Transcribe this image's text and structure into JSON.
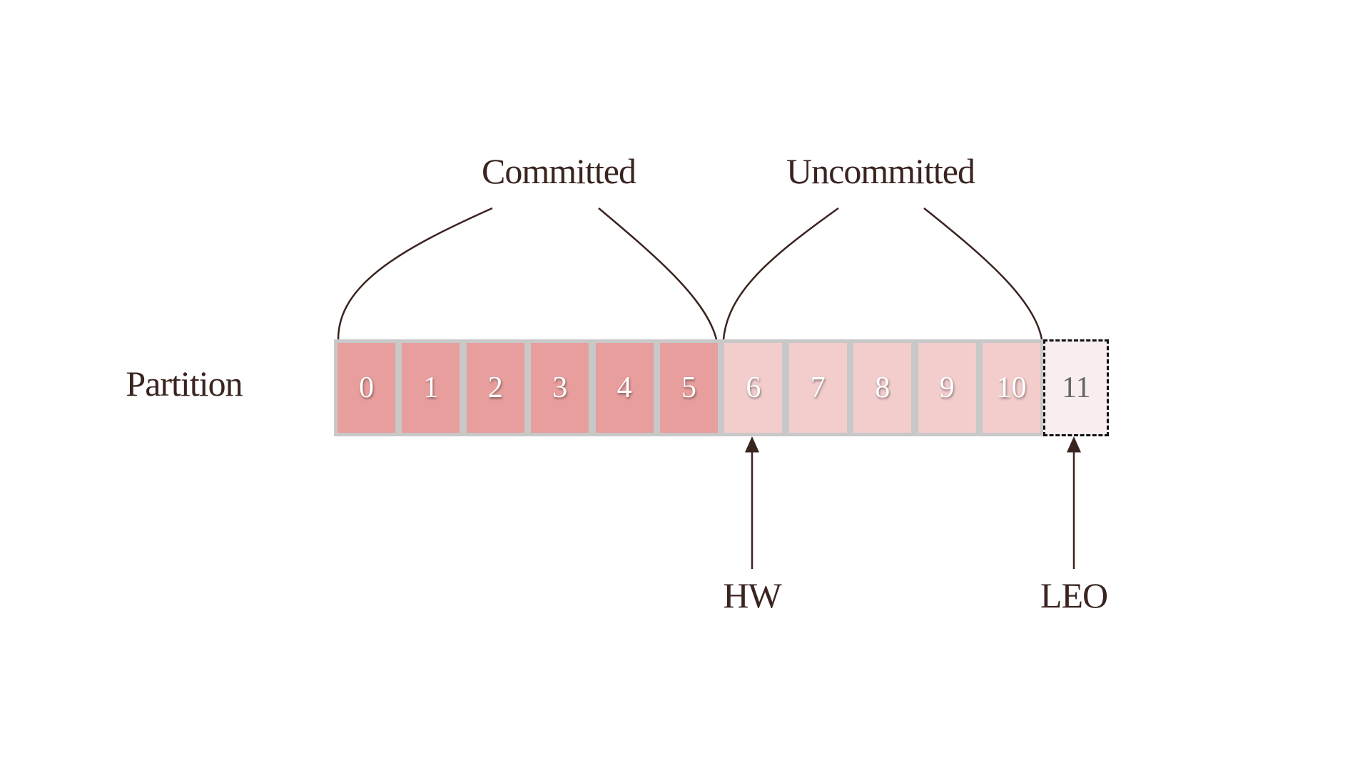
{
  "labels": {
    "committed": "Committed",
    "uncommitted": "Uncommitted",
    "partition": "Partition",
    "hw": "HW",
    "leo": "LEO"
  },
  "cells": [
    {
      "offset": "0",
      "state": "committed"
    },
    {
      "offset": "1",
      "state": "committed"
    },
    {
      "offset": "2",
      "state": "committed"
    },
    {
      "offset": "3",
      "state": "committed"
    },
    {
      "offset": "4",
      "state": "committed"
    },
    {
      "offset": "5",
      "state": "committed"
    },
    {
      "offset": "6",
      "state": "uncommitted"
    },
    {
      "offset": "7",
      "state": "uncommitted"
    },
    {
      "offset": "8",
      "state": "uncommitted"
    },
    {
      "offset": "9",
      "state": "uncommitted"
    },
    {
      "offset": "10",
      "state": "uncommitted"
    },
    {
      "offset": "11",
      "state": "next"
    }
  ],
  "colors": {
    "committed": "#e79e9c",
    "uncommitted": "#f3cccc",
    "next": "#f8eef0",
    "ink": "#3a2420"
  }
}
